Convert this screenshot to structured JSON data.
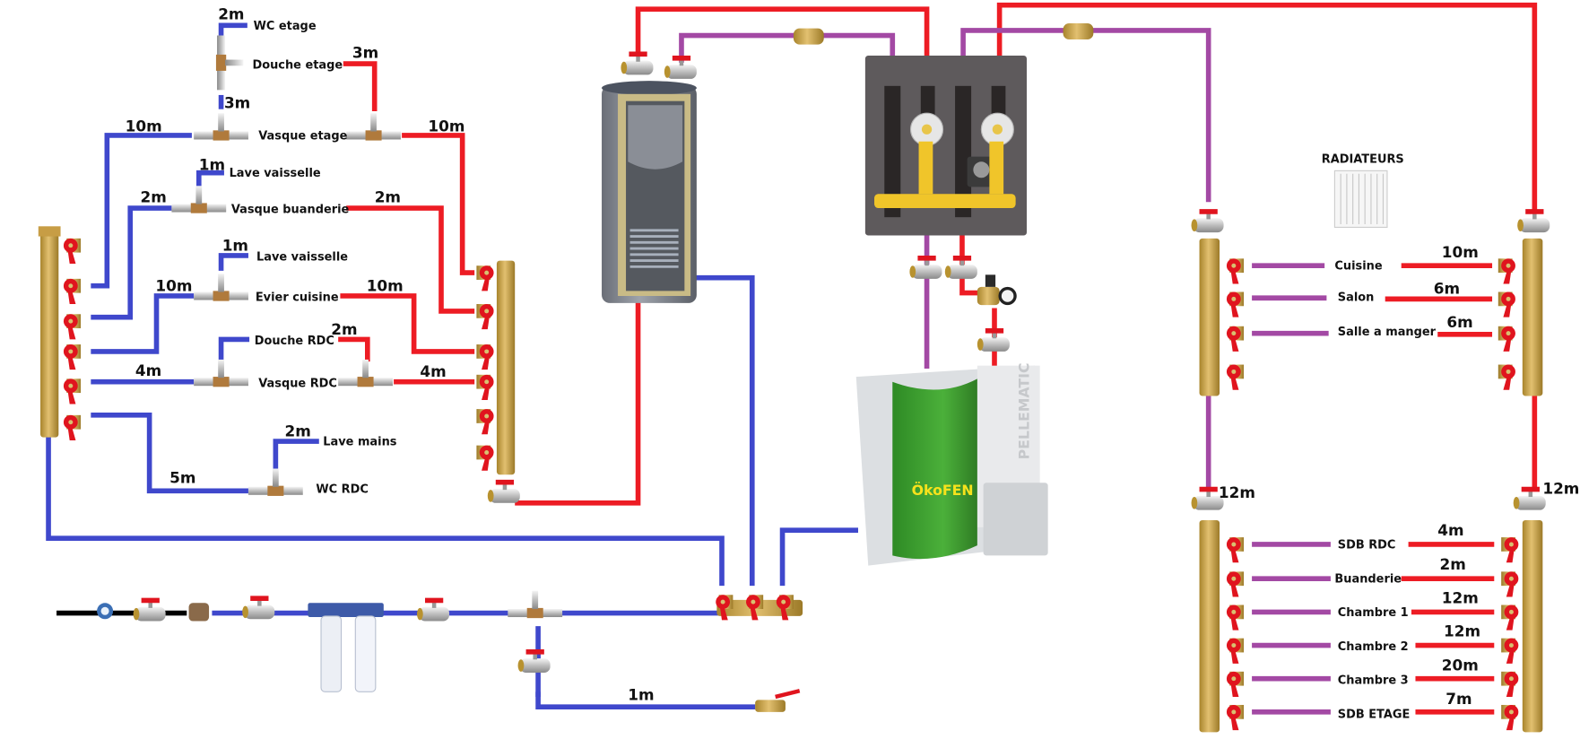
{
  "colors": {
    "cold_water": "#3f48cc",
    "hot_water": "#ed1c24",
    "heating_return": "#a349a4",
    "brass": "#c9a640",
    "valve_handle": "#e0141e",
    "boiler_green": "#3c9a2e"
  },
  "sanitary": {
    "cold_branches": [
      {
        "outlet": "WC etage",
        "length": "2m"
      },
      {
        "outlet": "Douche etage",
        "length": "3m"
      },
      {
        "outlet": "Vasque etage",
        "length": "10m"
      },
      {
        "outlet": "Lave vaisselle",
        "length": "1m"
      },
      {
        "outlet": "Vasque buanderie",
        "length": "2m"
      },
      {
        "outlet": "Lave vaisselle",
        "length": "1m"
      },
      {
        "outlet": "Evier cuisine",
        "length": "10m"
      },
      {
        "outlet": "Douche RDC",
        "length": ""
      },
      {
        "outlet": "Vasque RDC",
        "length": "4m"
      },
      {
        "outlet": "Lave mains",
        "length": "2m"
      },
      {
        "outlet": "WC RDC",
        "length": "5m"
      }
    ],
    "hot_branches": [
      {
        "outlet": "Douche etage",
        "length": "3m"
      },
      {
        "outlet": "Vasque etage",
        "length": "10m"
      },
      {
        "outlet": "Vasque buanderie",
        "length": "2m"
      },
      {
        "outlet": "Evier cuisine",
        "length": "10m"
      },
      {
        "outlet": "Douche RDC",
        "length": "2m"
      },
      {
        "outlet": "Vasque RDC",
        "length": "4m"
      }
    ],
    "labels": {
      "wc_etage": "WC etage",
      "douche_etage": "Douche etage",
      "vasque_etage": "Vasque etage",
      "lave_vaisselle_1": "Lave vaisselle",
      "vasque_buanderie": "Vasque buanderie",
      "lave_vaisselle_2": "Lave vaisselle",
      "evier_cuisine": "Evier cuisine",
      "douche_rdc": "Douche RDC",
      "vasque_rdc": "Vasque RDC",
      "lave_mains": "Lave mains",
      "wc_rdc": "WC RDC"
    },
    "lengths": {
      "wc_etage": "2m",
      "douche_etage_cold": "3m",
      "douche_etage_hot": "3m",
      "vasque_etage_cold": "10m",
      "vasque_etage_hot": "10m",
      "lave_vaisselle_1": "1m",
      "vasque_buanderie_cold": "2m",
      "vasque_buanderie_hot": "2m",
      "lave_vaisselle_2": "1m",
      "evier_cuisine_cold": "10m",
      "evier_cuisine_hot": "10m",
      "douche_rdc_hot": "2m",
      "vasque_rdc_cold": "4m",
      "vasque_rdc_hot": "4m",
      "lave_mains": "2m",
      "wc_rdc": "5m",
      "garden_tap": "1m"
    }
  },
  "heating": {
    "title": "RADIATEURS",
    "feed_length_left": "12m",
    "feed_length_right": "12m",
    "radiators": [
      {
        "room": "Cuisine",
        "length": "10m"
      },
      {
        "room": "Salon",
        "length": "6m"
      },
      {
        "room": "Salle a manger",
        "length": "6m"
      }
    ],
    "floor_circuits": [
      {
        "room": "SDB RDC",
        "length": "4m"
      },
      {
        "room": "Buanderie",
        "length": "2m"
      },
      {
        "room": "Chambre 1",
        "length": "12m"
      },
      {
        "room": "Chambre 2",
        "length": "12m"
      },
      {
        "room": "Chambre 3",
        "length": "20m"
      },
      {
        "room": "SDB ETAGE",
        "length": "7m"
      }
    ]
  },
  "equipment": {
    "boiler_brand": "ÖkoFEN",
    "boiler_model": "PELLEMATIC"
  }
}
